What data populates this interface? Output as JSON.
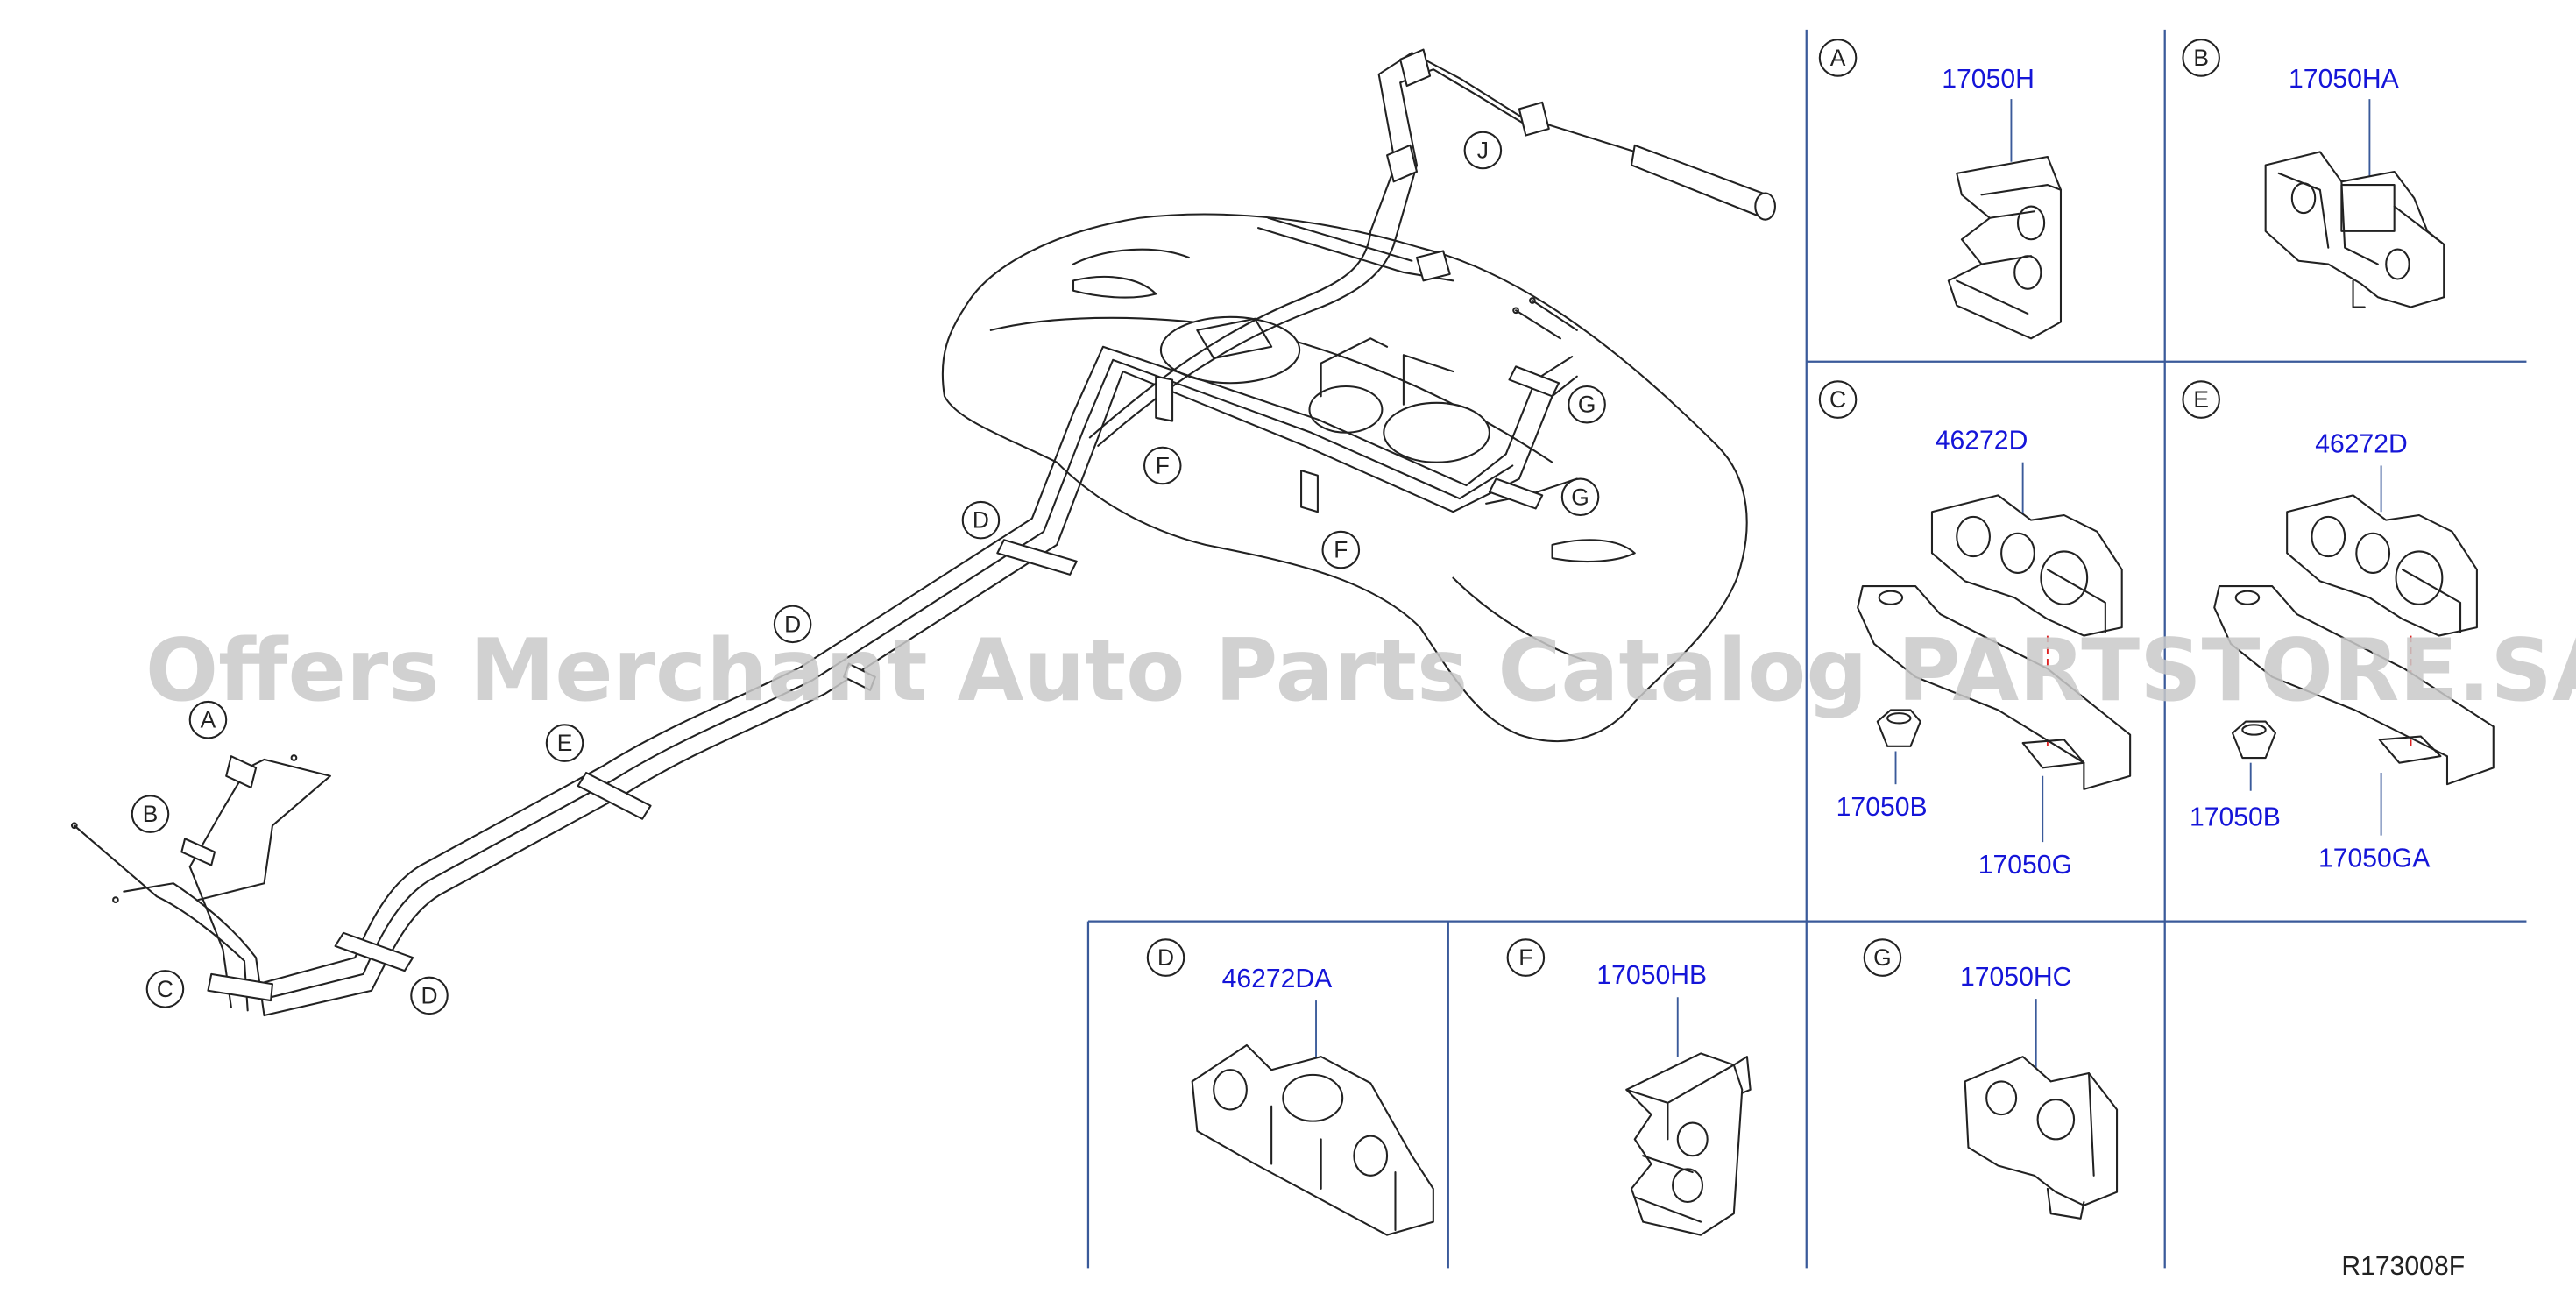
{
  "watermark": "Offers Merchant Auto Parts Catalog PARTSTORE.SA",
  "diagram_ref": "R173008F",
  "callouts": {
    "A": "A",
    "B": "B",
    "C": "C",
    "D": "D",
    "E": "E",
    "F": "F",
    "G": "G",
    "J": "J"
  },
  "panels": {
    "A": {
      "label": "A",
      "parts": [
        "17050H"
      ]
    },
    "B": {
      "label": "B",
      "parts": [
        "17050HA"
      ]
    },
    "C": {
      "label": "C",
      "parts": [
        "46272D",
        "17050B",
        "17050G"
      ]
    },
    "E": {
      "label": "E",
      "parts": [
        "46272D",
        "17050B",
        "17050GA"
      ]
    },
    "D": {
      "label": "D",
      "parts": [
        "46272DA"
      ]
    },
    "F": {
      "label": "F",
      "parts": [
        "17050HB"
      ]
    },
    "G": {
      "label": "G",
      "parts": [
        "17050HC"
      ]
    }
  },
  "colors": {
    "part_number": "#1515d8",
    "grid": "#3a5a9a",
    "line": "#222222",
    "clip_axis": "#dd2222"
  }
}
